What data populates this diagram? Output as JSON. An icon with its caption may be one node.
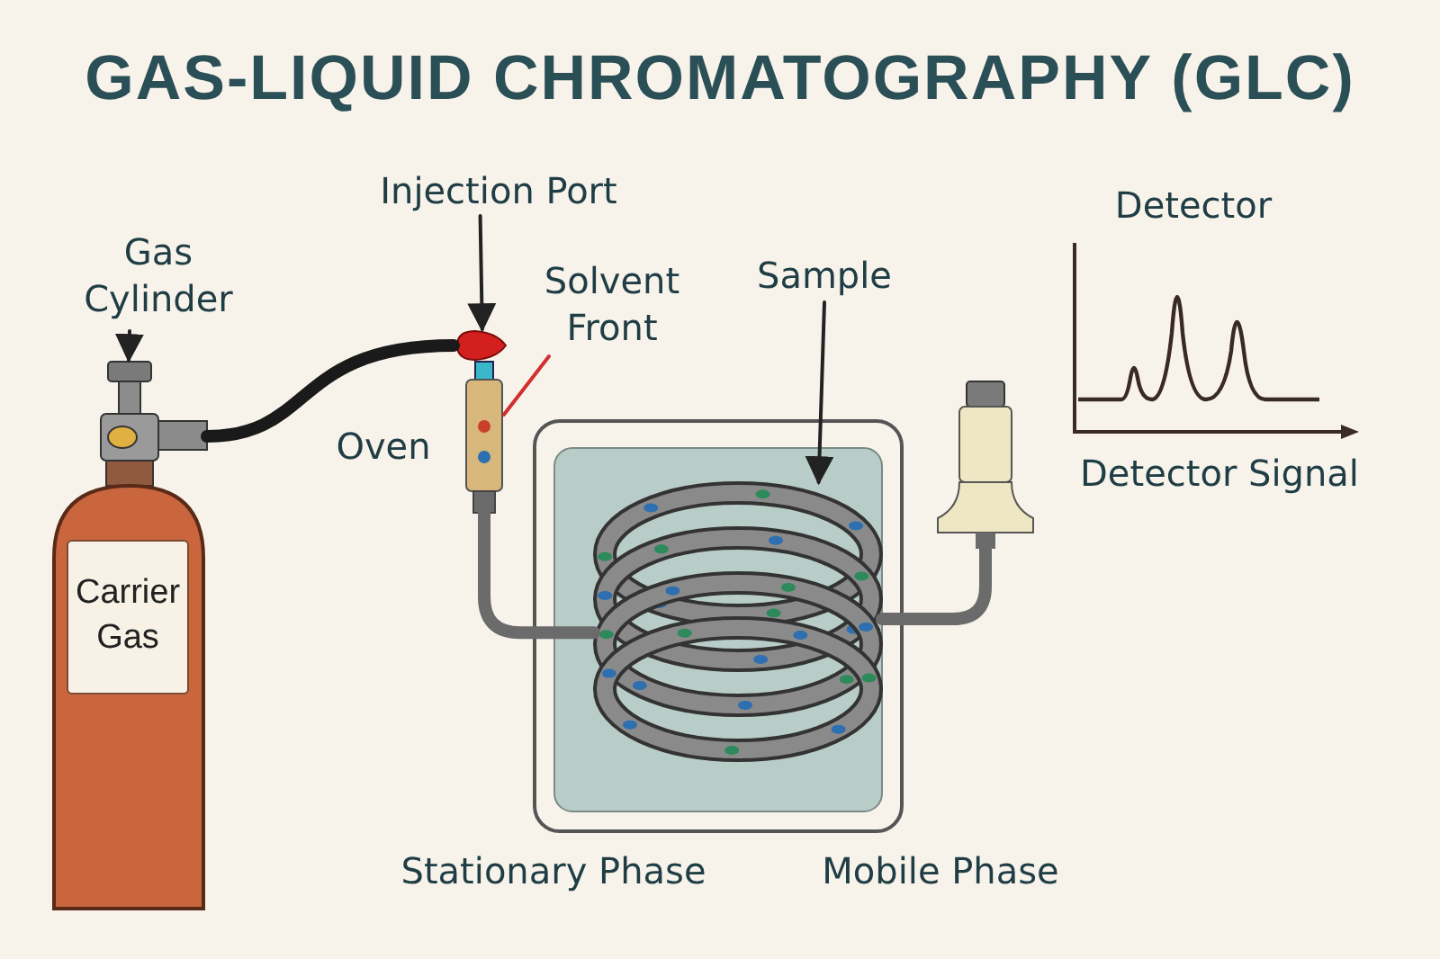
{
  "diagram": {
    "title": "GAS-LIQUID CHROMATOGRAPHY (GLC)",
    "nodes": [
      {
        "text": [
          "Gas Cylinder"
        ]
      },
      {
        "text": [
          "Carrier Gas"
        ]
      },
      {
        "text": [
          "Injection Port"
        ]
      },
      {
        "text": [],
        "shape": "picture"
      },
      {
        "text": [
          "Solvent Front"
        ]
      },
      {
        "text": [],
        "shape": "picture",
        "beside": [
          "Oven"
        ]
      },
      {
        "text": [
          "Sample"
        ]
      },
      {
        "text": [],
        "shape": "picture"
      },
      {
        "text": [],
        "shape": "picture"
      }
    ],
    "edges": [
      {
        "from": 0,
        "to": 1,
        "arrow": "to"
      },
      {
        "from": 2,
        "to": 3,
        "arrow": "to"
      },
      {
        "from": 4,
        "to": 5,
        "arrow": "none",
        "color": "#d0302f"
      },
      {
        "from": 6,
        "to": 7,
        "arrow": "to"
      },
      {
        "from": 1,
        "to": 3,
        "arrow": "none",
        "style": "thick",
        "color": "#1a1a1a"
      },
      {
        "from": 5,
        "to": 7,
        "arrow": "none",
        "style": "thick",
        "color": "#6b6b6b"
      },
      {
        "from": 7,
        "to": 8,
        "arrow": "none",
        "style": "thick",
        "color": "#6b6b6b"
      }
    ],
    "labels": [
      "Detector",
      "Detector Signal",
      "Stationary Phase",
      "Mobile Phase"
    ]
  }
}
